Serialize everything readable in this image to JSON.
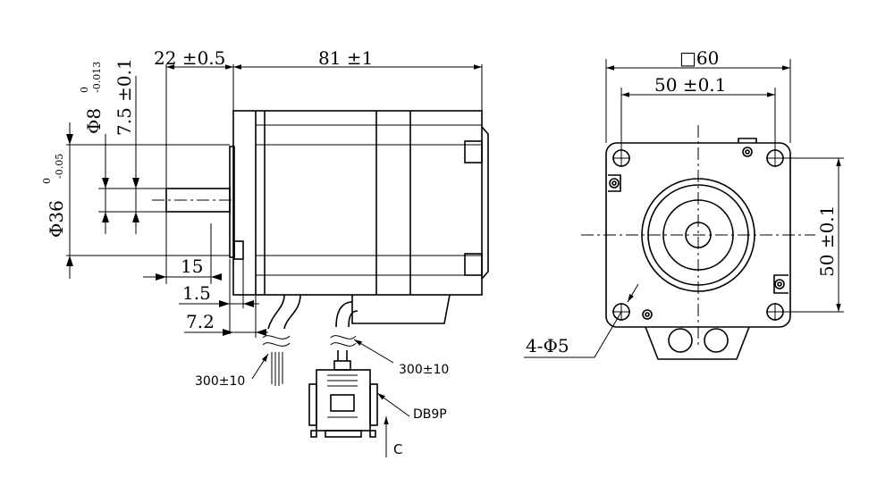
{
  "dimensions": {
    "shaft_length": "22 ±0.5",
    "body_length": "81 ±1",
    "shaft_dia": "Φ8",
    "shaft_dia_tol_upper": "0",
    "shaft_dia_tol_lower": "-0.013",
    "flat_depth": "7.5 ±0.1",
    "pilot_dia": "Φ36",
    "pilot_dia_tol_upper": "0",
    "pilot_dia_tol_lower": "-0.05",
    "shaft_15": "15",
    "pilot_1_5": "1.5",
    "flange_7_2": "7.2",
    "flange_square": "□60",
    "hole_spacing_h": "50 ±0.1",
    "hole_spacing_v": "50 ±0.1",
    "mount_holes": "4-Φ5"
  },
  "callouts": {
    "cable_left": "300±10",
    "cable_right": "300±10",
    "connector": "DB9P",
    "view_c": "C"
  }
}
